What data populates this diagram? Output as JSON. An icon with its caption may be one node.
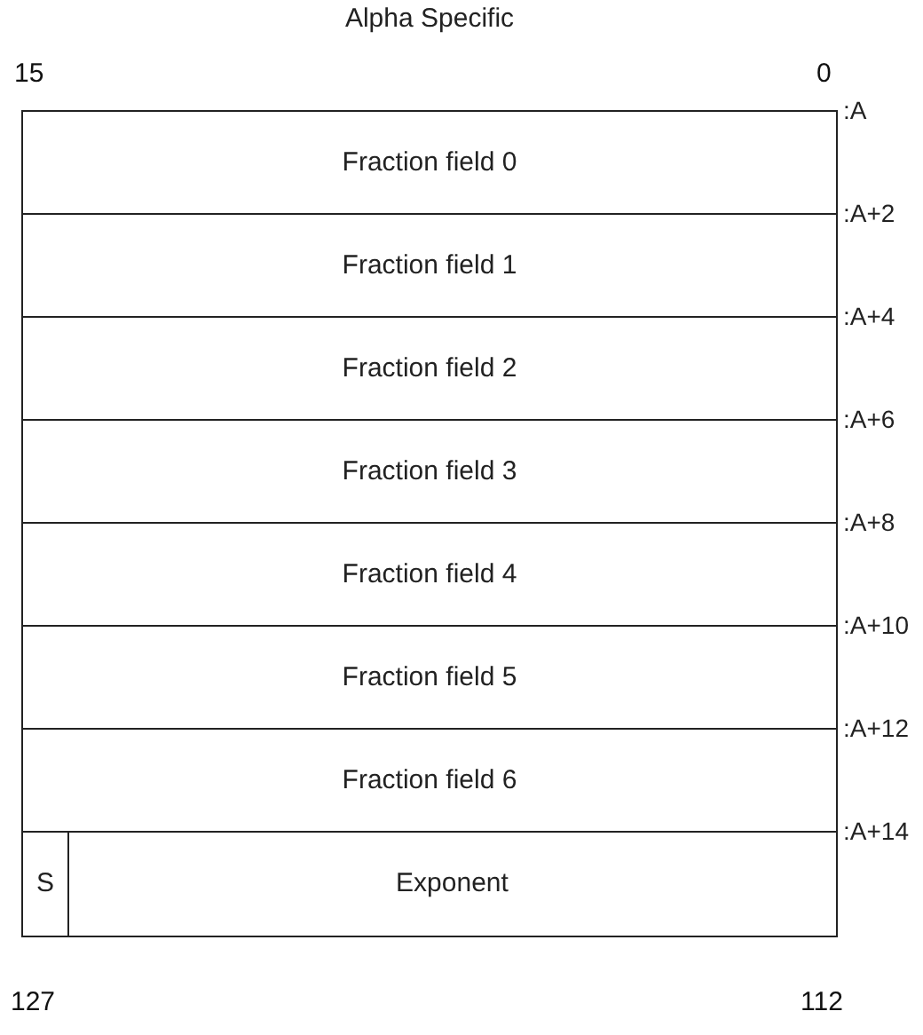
{
  "diagram": {
    "title": "Alpha Specific",
    "nodes": [
      {
        "text": [
          "Fraction field 0"
        ],
        "beside": [
          ":A"
        ]
      },
      {
        "text": [
          "Fraction field 1"
        ],
        "beside": [
          ":A+2"
        ]
      },
      {
        "text": [
          "Fraction field 2"
        ],
        "beside": [
          ":A+4"
        ]
      },
      {
        "text": [
          "Fraction field 3"
        ],
        "beside": [
          ":A+6"
        ]
      },
      {
        "text": [
          "Fraction field 4"
        ],
        "beside": [
          ":A+8"
        ]
      },
      {
        "text": [
          "Fraction field 5"
        ],
        "beside": [
          ":A+10"
        ]
      },
      {
        "text": [
          "Fraction field 6"
        ],
        "beside": [
          ":A+12"
        ]
      },
      {
        "text": [
          "S"
        ]
      },
      {
        "text": [
          "Exponent"
        ],
        "beside": [
          ":A+14"
        ]
      }
    ],
    "labels": [
      "15",
      "0",
      "127",
      "112"
    ]
  }
}
